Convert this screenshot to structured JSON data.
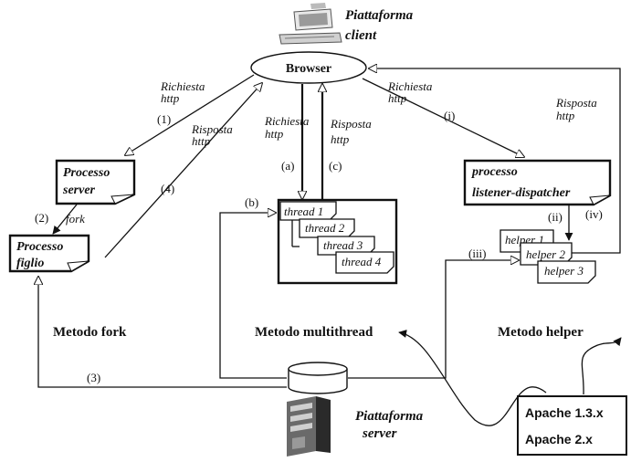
{
  "client": {
    "label_line1": "Piattaforma",
    "label_line2": "client"
  },
  "browser": {
    "label": "Browser"
  },
  "server_platform": {
    "label_line1": "Piattaforma",
    "label_line2": "server"
  },
  "arrows": {
    "req_left": {
      "line1": "Richiesta",
      "line2": "http"
    },
    "resp_left": {
      "line1": "Risposta",
      "line2": "http"
    },
    "req_center": {
      "line1": "Richiesta",
      "line2": "http"
    },
    "resp_center": {
      "line1": "Risposta",
      "line2": "http"
    },
    "req_right": {
      "line1": "Richiesta",
      "line2": "http"
    },
    "resp_right": {
      "line1": "Risposta",
      "line2": "http"
    },
    "fork_label": "fork"
  },
  "markers": {
    "m1": "(1)",
    "m2": "(2)",
    "m3": "(3)",
    "m4": "(4)",
    "ma": "(a)",
    "mb": "(b)",
    "mc": "(c)",
    "mi": "(i)",
    "mii": "(ii)",
    "miii": "(iii)",
    "miv": "(iv)"
  },
  "fork_method": {
    "server_process": {
      "line1": "Processo",
      "line2": "server"
    },
    "child_process": {
      "line1": "Processo",
      "line2": "figlio"
    },
    "title": "Metodo fork"
  },
  "multithread_method": {
    "threads": [
      "thread 1",
      "thread 2",
      "thread 3",
      "thread 4"
    ],
    "title": "Metodo multithread"
  },
  "helper_method": {
    "dispatcher": {
      "line1": "processo",
      "line2": "listener-dispatcher"
    },
    "helpers": [
      "helper 1",
      "helper 2",
      "helper 3"
    ],
    "title": "Metodo helper"
  },
  "apache_box": {
    "line1": "Apache 1.3.x",
    "line2": "Apache 2.x"
  }
}
